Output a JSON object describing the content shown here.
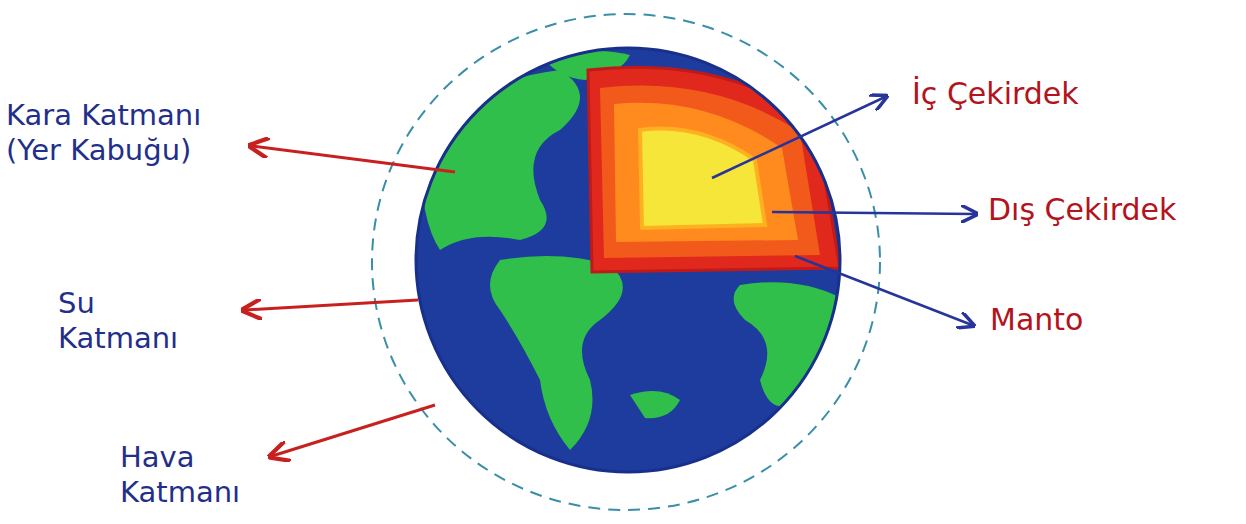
{
  "diagram": {
    "labels": [
      "Kara Katmanı (Yer Kabuğu)",
      "Su Katmanı",
      "Hava Katmanı",
      "İç Çekirdek",
      "Dış Çekirdek",
      "Manto"
    ]
  }
}
